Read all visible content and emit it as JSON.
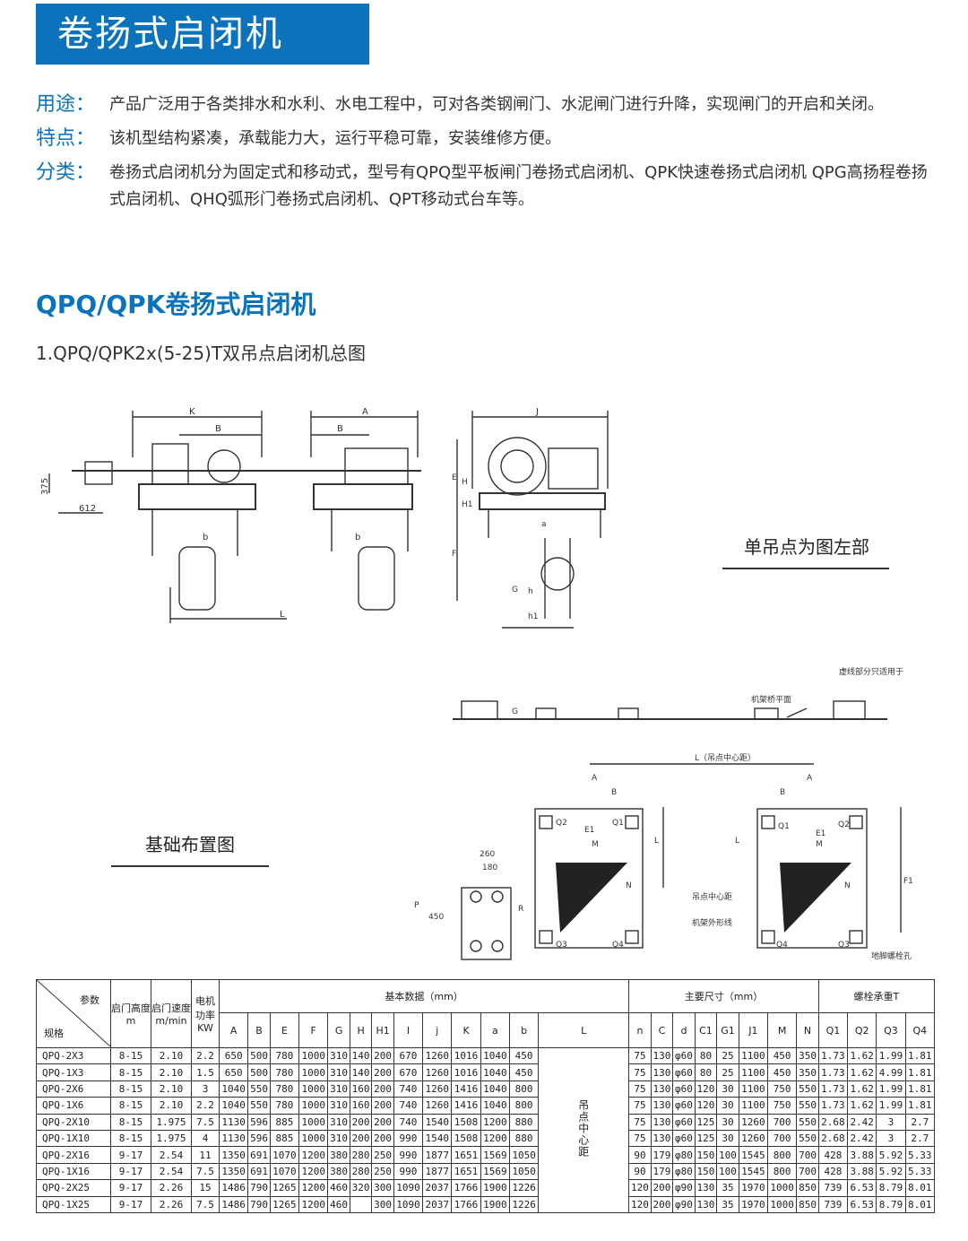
{
  "header": {
    "title": "卷扬式启闭机"
  },
  "intro": [
    {
      "label": "用途：",
      "text": "产品广泛用于各类排水和水利、水电工程中，可对各类钢闸门、水泥闸门进行升降，实现闸门的开启和关闭。"
    },
    {
      "label": "特点：",
      "text": "该机型结构紧凑，承载能力大，运行平稳可靠，安装维修方便。"
    },
    {
      "label": "分类：",
      "text": "卷扬式启闭机分为固定式和移动式，型号有QPQ型平板闸门卷扬式启闭机、QPK快速卷扬式启闭机 QPG高扬程卷扬式启闭机、QHQ弧形门卷扬式启闭机、QPT移动式台车等。"
    }
  ],
  "section": {
    "title": "QPQ/QPK卷扬式启闭机",
    "subtitle": "1.QPQ/QPK2x(5-25)T双吊点启闭机总图"
  },
  "captions": {
    "single_point": "单吊点为图左部",
    "foundation": "基础布置图"
  },
  "drawing_labels": {
    "dims": [
      "K",
      "B",
      "A",
      "B",
      "J",
      "375",
      "612",
      "b",
      "b",
      "L",
      "E",
      "H",
      "H1",
      "F",
      "G",
      "h",
      "h1",
      "a",
      "G",
      "L（吊点中心距）",
      "A",
      "B",
      "A",
      "B",
      "E1",
      "E1",
      "M",
      "M",
      "N",
      "N",
      "L",
      "L",
      "F1",
      "260",
      "180",
      "P",
      "450",
      "R",
      "Q1",
      "Q2",
      "Q3",
      "Q4",
      "Q1",
      "Q2",
      "Q3",
      "Q4"
    ],
    "notes": [
      "虚线部分只适用于",
      "机架桥平面",
      "吊点中心距",
      "机架外形线",
      "地脚螺栓孔"
    ]
  },
  "table": {
    "corner": {
      "top": "参数",
      "bottom": "规格"
    },
    "params": [
      "启门高度 m",
      "启门速度 m/min",
      "电机功率 KW"
    ],
    "groups": [
      "基本数据（mm）",
      "主要尺寸（mm）",
      "螺栓承重T"
    ],
    "basic_cols": [
      "A",
      "B",
      "E",
      "F",
      "G",
      "H",
      "H1",
      "I",
      "j",
      "K",
      "a",
      "b"
    ],
    "l_col": "L",
    "l_note": "吊点中心距",
    "main_cols": [
      "n",
      "C",
      "d",
      "C1",
      "G1",
      "J1",
      "M",
      "N"
    ],
    "bolt_cols": [
      "Q1",
      "Q2",
      "Q3",
      "Q4"
    ],
    "rows": [
      [
        "QPQ-2X3",
        "8-15",
        "2.10",
        "2.2",
        "650",
        "500",
        "780",
        "1000",
        "310",
        "140",
        "200",
        "670",
        "1260",
        "1016",
        "1040",
        "450",
        "75",
        "130",
        "φ60",
        "80",
        "25",
        "1100",
        "450",
        "350",
        "1.73",
        "1.62",
        "1.99",
        "1.81"
      ],
      [
        "QPQ-1X3",
        "8-15",
        "2.10",
        "1.5",
        "650",
        "500",
        "780",
        "1000",
        "310",
        "140",
        "200",
        "670",
        "1260",
        "1016",
        "1040",
        "450",
        "75",
        "130",
        "φ60",
        "80",
        "25",
        "1100",
        "450",
        "350",
        "1.73",
        "1.62",
        "4.99",
        "1.81"
      ],
      [
        "QPQ-2X6",
        "8-15",
        "2.10",
        "3",
        "1040",
        "550",
        "780",
        "1000",
        "310",
        "160",
        "200",
        "740",
        "1260",
        "1416",
        "1040",
        "800",
        "75",
        "130",
        "φ60",
        "120",
        "30",
        "1100",
        "750",
        "550",
        "1.73",
        "1.62",
        "1.99",
        "1.81"
      ],
      [
        "QPQ-1X6",
        "8-15",
        "2.10",
        "2.2",
        "1040",
        "550",
        "780",
        "1000",
        "310",
        "160",
        "200",
        "740",
        "1260",
        "1416",
        "1040",
        "800",
        "75",
        "130",
        "φ60",
        "120",
        "30",
        "1100",
        "750",
        "550",
        "1.73",
        "1.62",
        "1.99",
        "1.81"
      ],
      [
        "QPQ-2X10",
        "8-15",
        "1.975",
        "7.5",
        "1130",
        "596",
        "885",
        "1000",
        "310",
        "200",
        "200",
        "740",
        "1540",
        "1508",
        "1200",
        "880",
        "75",
        "130",
        "φ60",
        "125",
        "30",
        "1260",
        "700",
        "550",
        "2.68",
        "2.42",
        "3",
        "2.7"
      ],
      [
        "QPQ-1X10",
        "8-15",
        "1.975",
        "4",
        "1130",
        "596",
        "885",
        "1000",
        "310",
        "200",
        "200",
        "990",
        "1540",
        "1508",
        "1200",
        "880",
        "75",
        "130",
        "φ60",
        "125",
        "30",
        "1260",
        "700",
        "550",
        "2.68",
        "2.42",
        "3",
        "2.7"
      ],
      [
        "QPQ-2X16",
        "9-17",
        "2.54",
        "11",
        "1350",
        "691",
        "1070",
        "1200",
        "380",
        "280",
        "250",
        "990",
        "1877",
        "1651",
        "1569",
        "1050",
        "90",
        "179",
        "φ80",
        "150",
        "100",
        "1545",
        "800",
        "700",
        "428",
        "3.88",
        "5.92",
        "5.33"
      ],
      [
        "QPQ-1X16",
        "9-17",
        "2.54",
        "7.5",
        "1350",
        "691",
        "1070",
        "1200",
        "380",
        "280",
        "250",
        "990",
        "1877",
        "1651",
        "1569",
        "1050",
        "90",
        "179",
        "φ80",
        "150",
        "100",
        "1545",
        "800",
        "700",
        "428",
        "3.88",
        "5.92",
        "5.33"
      ],
      [
        "QPQ-2X25",
        "9-17",
        "2.26",
        "15",
        "1486",
        "790",
        "1265",
        "1200",
        "460",
        "320",
        "300",
        "1090",
        "2037",
        "1766",
        "1900",
        "1226",
        "120",
        "200",
        "φ90",
        "130",
        "35",
        "1970",
        "1000",
        "850",
        "739",
        "6.53",
        "8.79",
        "8.01"
      ],
      [
        "QPQ-1X25",
        "9-17",
        "2.26",
        "7.5",
        "1486",
        "790",
        "1265",
        "1200",
        "460",
        "",
        "300",
        "1090",
        "2037",
        "1766",
        "1900",
        "1226",
        "120",
        "200",
        "φ90",
        "130",
        "35",
        "1970",
        "1000",
        "850",
        "739",
        "6.53",
        "8.79",
        "8.01"
      ]
    ]
  }
}
